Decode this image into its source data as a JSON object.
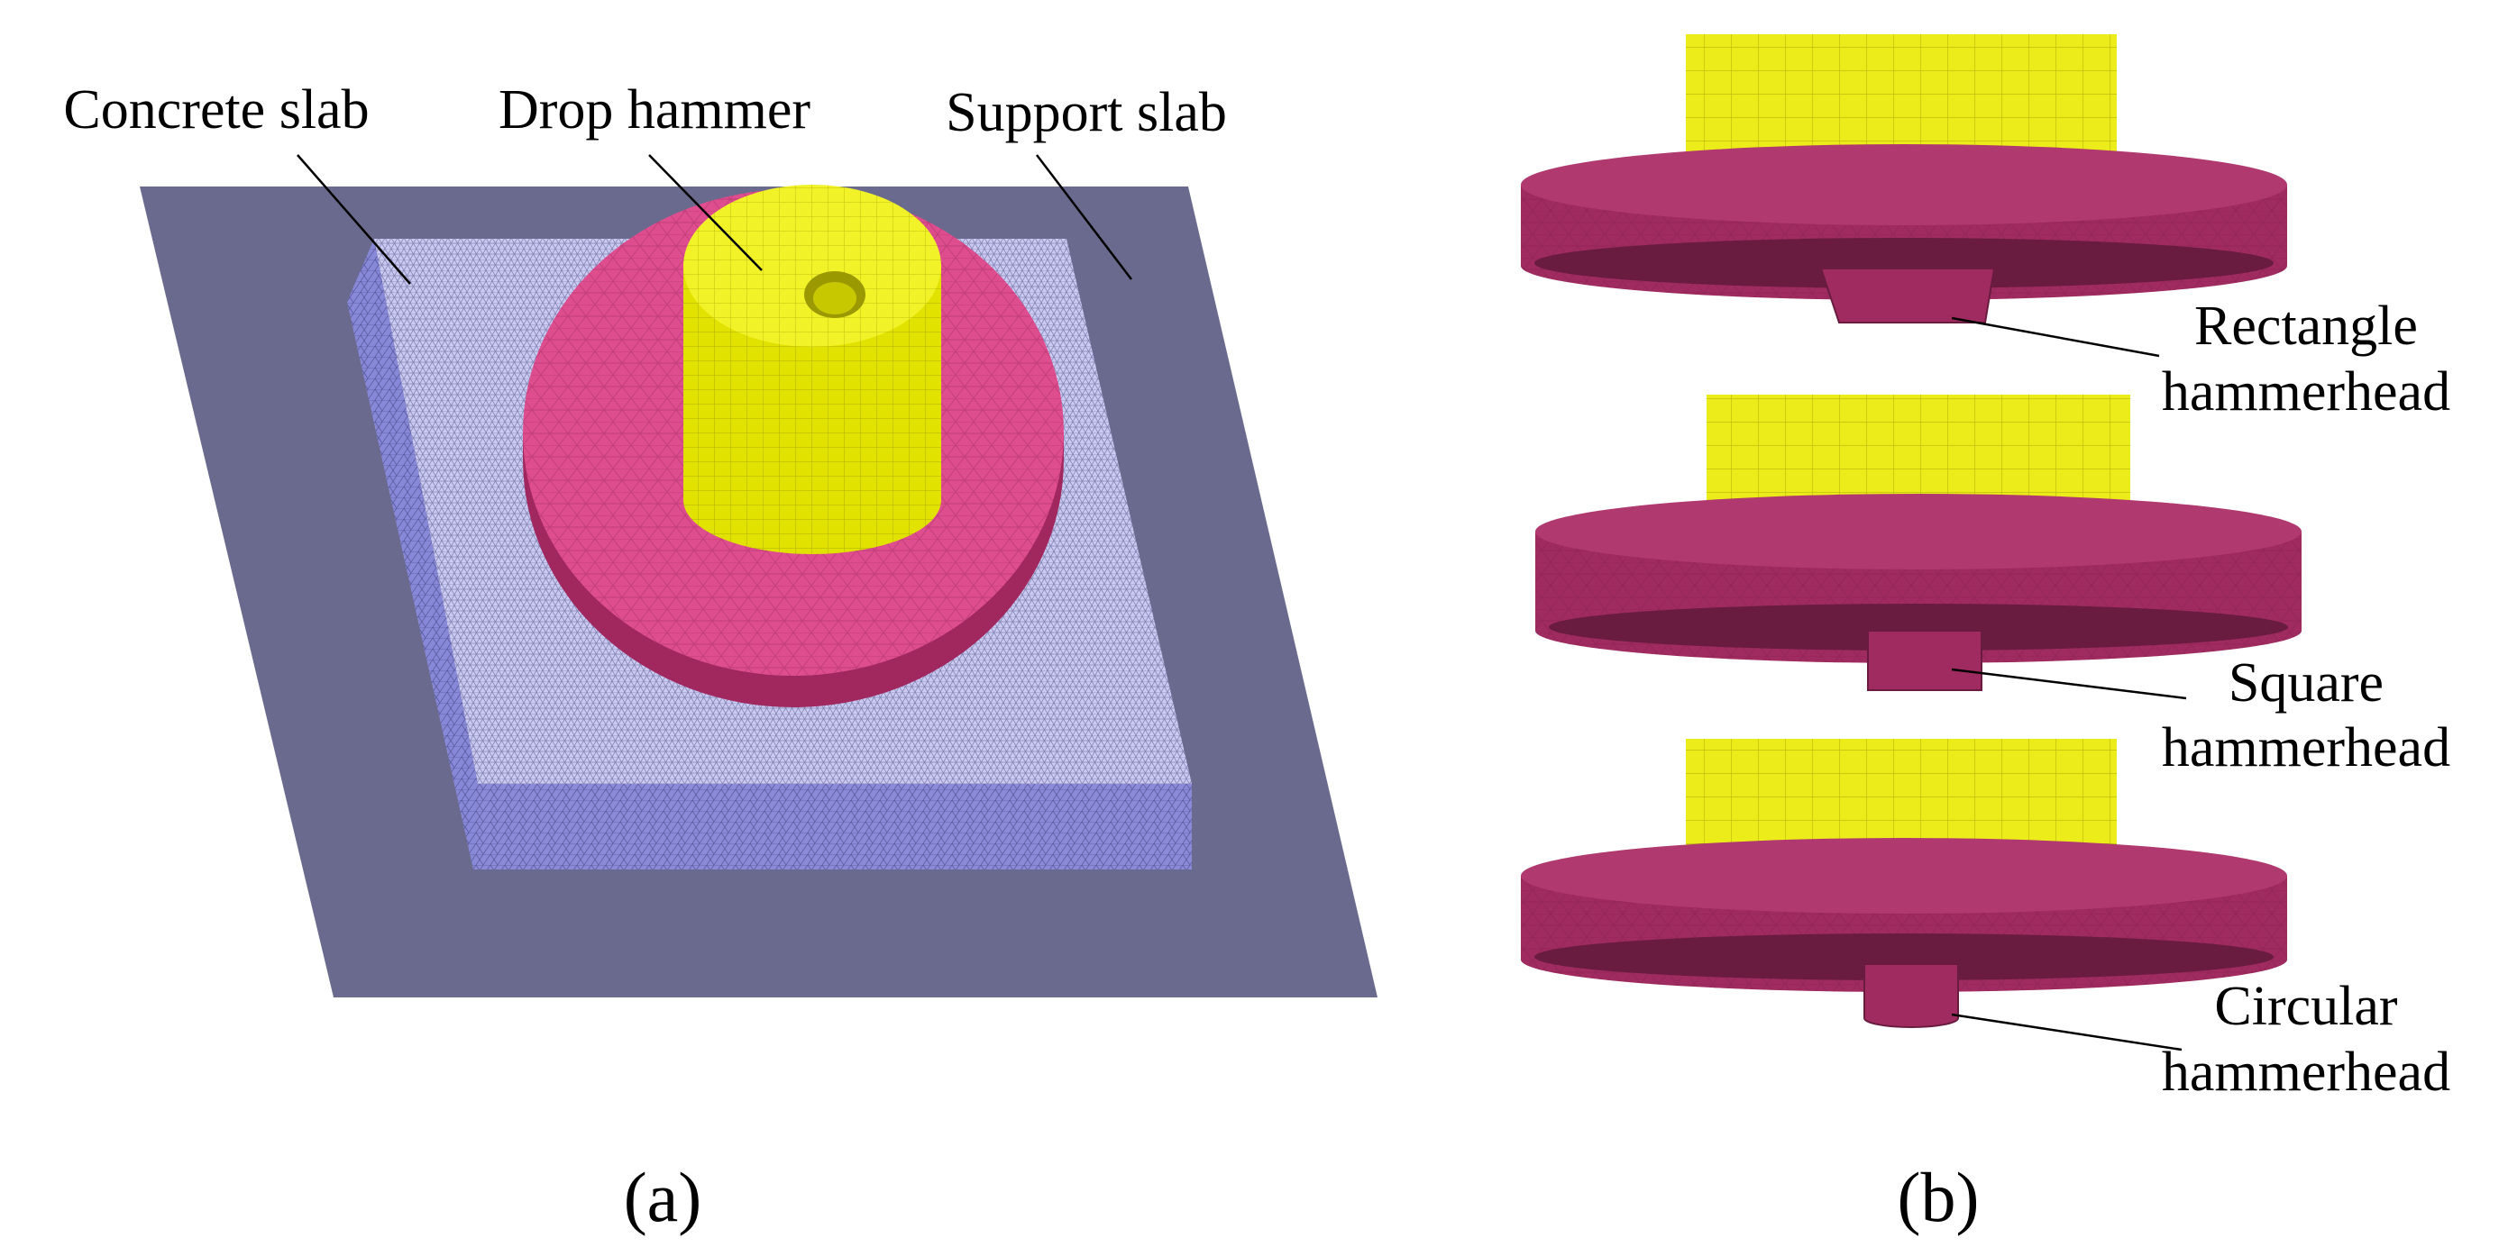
{
  "panel_a": {
    "label": "(a)",
    "labels": {
      "concrete_slab": "Concrete slab",
      "drop_hammer": "Drop hammer",
      "support_slab": "Support slab"
    }
  },
  "panel_b": {
    "label": "(b)",
    "variants": [
      {
        "line1": "Rectangle",
        "line2": "hammerhead"
      },
      {
        "line1": "Square",
        "line2": "hammerhead"
      },
      {
        "line1": "Circular",
        "line2": "hammerhead"
      }
    ]
  },
  "colors": {
    "support_slab": "#6a6a8e",
    "concrete_top": "#c8c8f0",
    "concrete_side": "#8a8ad8",
    "disc_top": "#de4d8e",
    "disc_side": "#a0285e",
    "hammer_top": "#f2f228",
    "hammer_side": "#e2e200",
    "mesh_line": "#3a3a60"
  }
}
